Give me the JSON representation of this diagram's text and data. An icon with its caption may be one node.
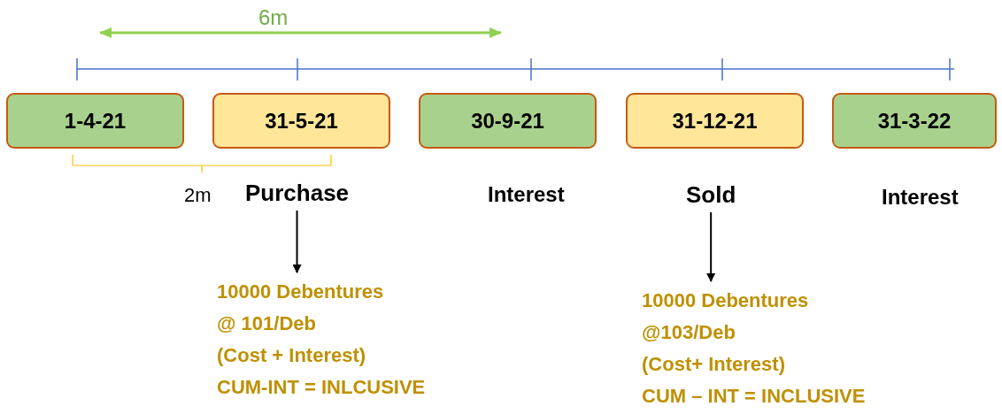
{
  "diagram": {
    "nodes": [
      {
        "text": [
          "1-4-21"
        ]
      },
      {
        "text": [
          "31-5-21"
        ]
      },
      {
        "text": [
          "30-9-21"
        ]
      },
      {
        "text": [
          "31-12-21"
        ]
      },
      {
        "text": [
          "31-3-22"
        ]
      },
      {
        "text": [
          "Purchase"
        ]
      },
      {
        "text": [
          "10000 Debentures",
          "@ 101/Deb",
          "(Cost + Interest)",
          "CUM-INT = INLCUSIVE"
        ]
      },
      {
        "text": [
          "Sold"
        ]
      },
      {
        "text": [
          "10000 Debentures",
          "@103/Deb",
          "(Cost+ Interest)",
          "CUM – INT = INCLUSIVE"
        ]
      }
    ],
    "edges": [
      {
        "from": 5,
        "to": 6,
        "arrow": "to"
      },
      {
        "from": 7,
        "to": 8,
        "arrow": "to"
      }
    ],
    "labels": [
      "6m",
      "2m",
      "Interest",
      "Interest"
    ]
  }
}
